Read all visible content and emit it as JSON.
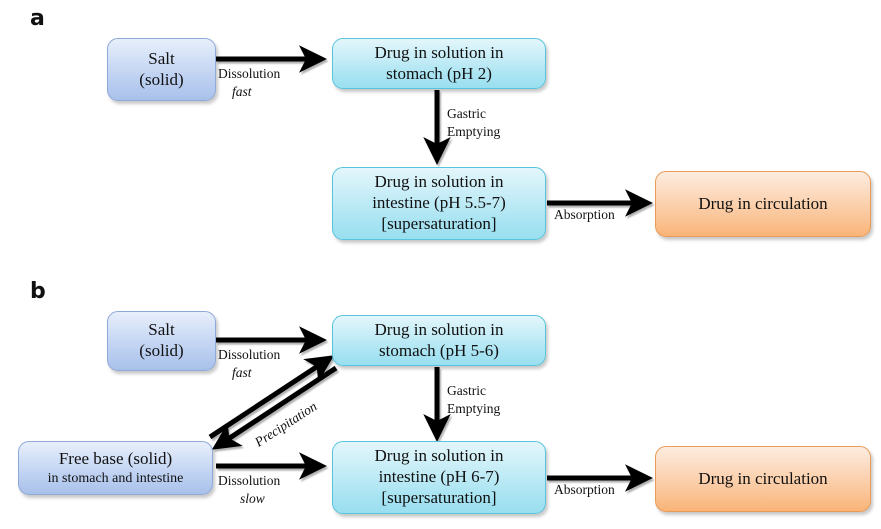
{
  "figure": {
    "panels": [
      {
        "letter": "a",
        "nodes": [
          {
            "id": "salt",
            "kind": "solid",
            "line1": "Salt",
            "line2": "(solid)"
          },
          {
            "id": "stomach",
            "kind": "solution",
            "line1": "Drug in solution in",
            "line2": "stomach (pH 2)"
          },
          {
            "id": "intestine",
            "kind": "solution",
            "line1": "Drug in solution in",
            "line2": "intestine (pH 5.5-7)",
            "line3": "[supersaturation]"
          },
          {
            "id": "circulation",
            "kind": "circulation",
            "line1": "Drug in circulation"
          }
        ],
        "edges": [
          {
            "id": "salt-to-stomach",
            "label": "Dissolution",
            "qualifier": "fast"
          },
          {
            "id": "stomach-to-intestine",
            "label_line1": "Gastric",
            "label_line2": "Emptying"
          },
          {
            "id": "intestine-to-circulation",
            "label": "Absorption"
          }
        ]
      },
      {
        "letter": "b",
        "nodes": [
          {
            "id": "salt",
            "kind": "solid",
            "line1": "Salt",
            "line2": "(solid)"
          },
          {
            "id": "stomach",
            "kind": "solution",
            "line1": "Drug in solution in",
            "line2": "stomach (pH 5-6)"
          },
          {
            "id": "freebase",
            "kind": "solid",
            "line1": "Free base (solid)",
            "line2": "in stomach and intestine"
          },
          {
            "id": "intestine",
            "kind": "solution",
            "line1": "Drug in solution in",
            "line2": "intestine (pH 6-7)",
            "line3": "[supersaturation]"
          },
          {
            "id": "circulation",
            "kind": "circulation",
            "line1": "Drug in circulation"
          }
        ],
        "edges": [
          {
            "id": "salt-to-stomach",
            "label": "Dissolution",
            "qualifier": "fast"
          },
          {
            "id": "stomach-freebase",
            "label": "Precipitation"
          },
          {
            "id": "stomach-to-intestine",
            "label_line1": "Gastric",
            "label_line2": "Emptying"
          },
          {
            "id": "freebase-to-intestine",
            "label": "Dissolution",
            "qualifier": "slow"
          },
          {
            "id": "intestine-to-circulation",
            "label": "Absorption"
          }
        ]
      }
    ],
    "colors": {
      "solid_fill_top": "#e8effb",
      "solid_fill_bottom": "#a9c1ea",
      "solid_border": "#8fa9d8",
      "solution_fill_top": "#e3f6fb",
      "solution_fill_bottom": "#9adff0",
      "solution_border": "#57c4dd",
      "circulation_fill_top": "#fdece0",
      "circulation_fill_bottom": "#f9b477",
      "circulation_border": "#e89b57",
      "arrow": "#000000",
      "background": "#ffffff",
      "text": "#111111"
    }
  }
}
